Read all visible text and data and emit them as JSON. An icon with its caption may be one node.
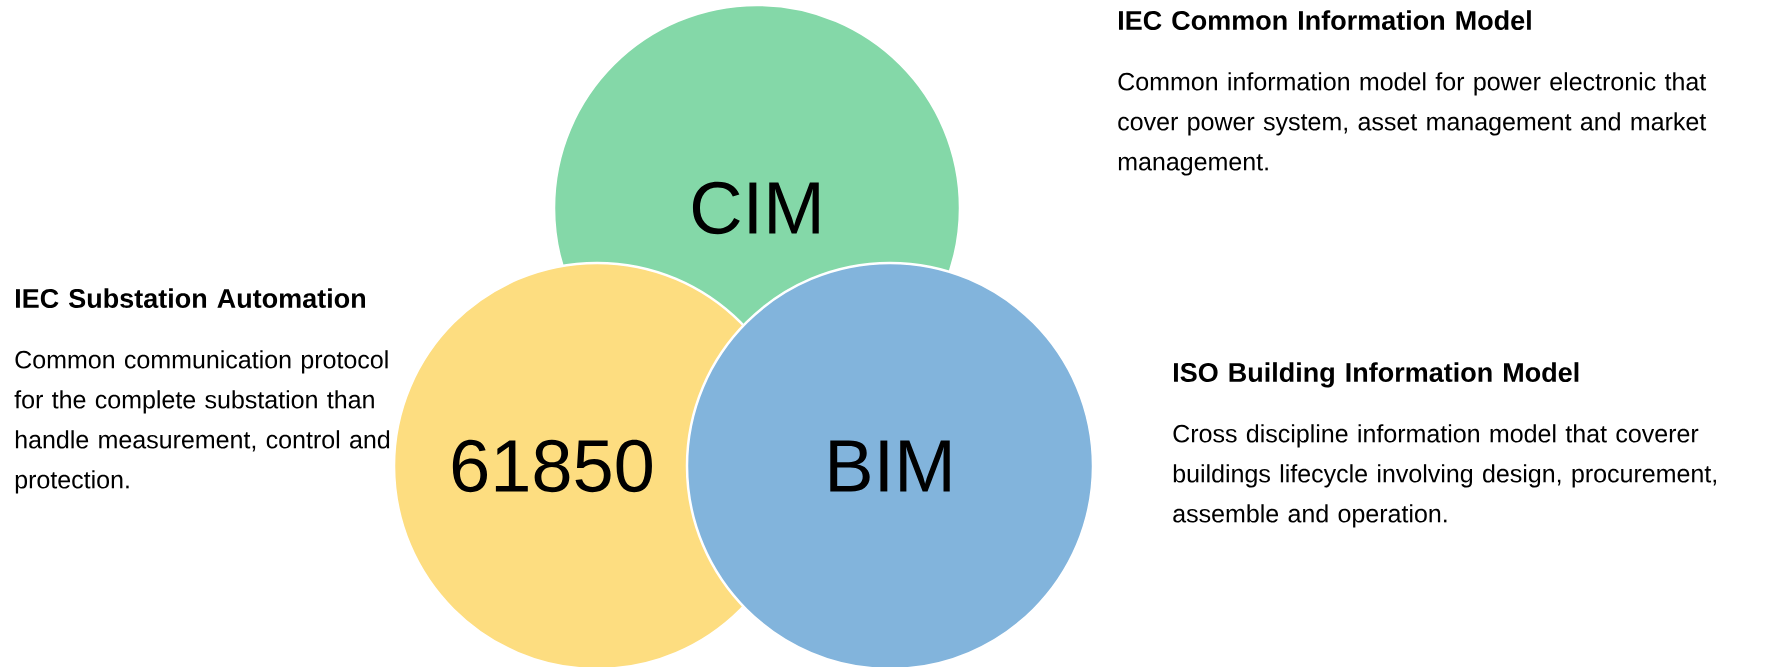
{
  "diagram": {
    "nodes": [
      {
        "text": [
          "CIM"
        ],
        "beside": [
          "IEC Common Information Model",
          "Common information model for power electronic that cover power system, asset management and market management."
        ]
      },
      {
        "text": [
          "61850"
        ],
        "beside": [
          "IEC Substation Automation",
          "Common communication protocol for the complete substation than handle measurement, control and protection."
        ]
      },
      {
        "text": [
          "BIM"
        ],
        "beside": [
          "ISO Building Information Model",
          "Cross discipline information model that coverer buildings lifecycle involving design, procurement, assemble and operation."
        ]
      }
    ]
  }
}
